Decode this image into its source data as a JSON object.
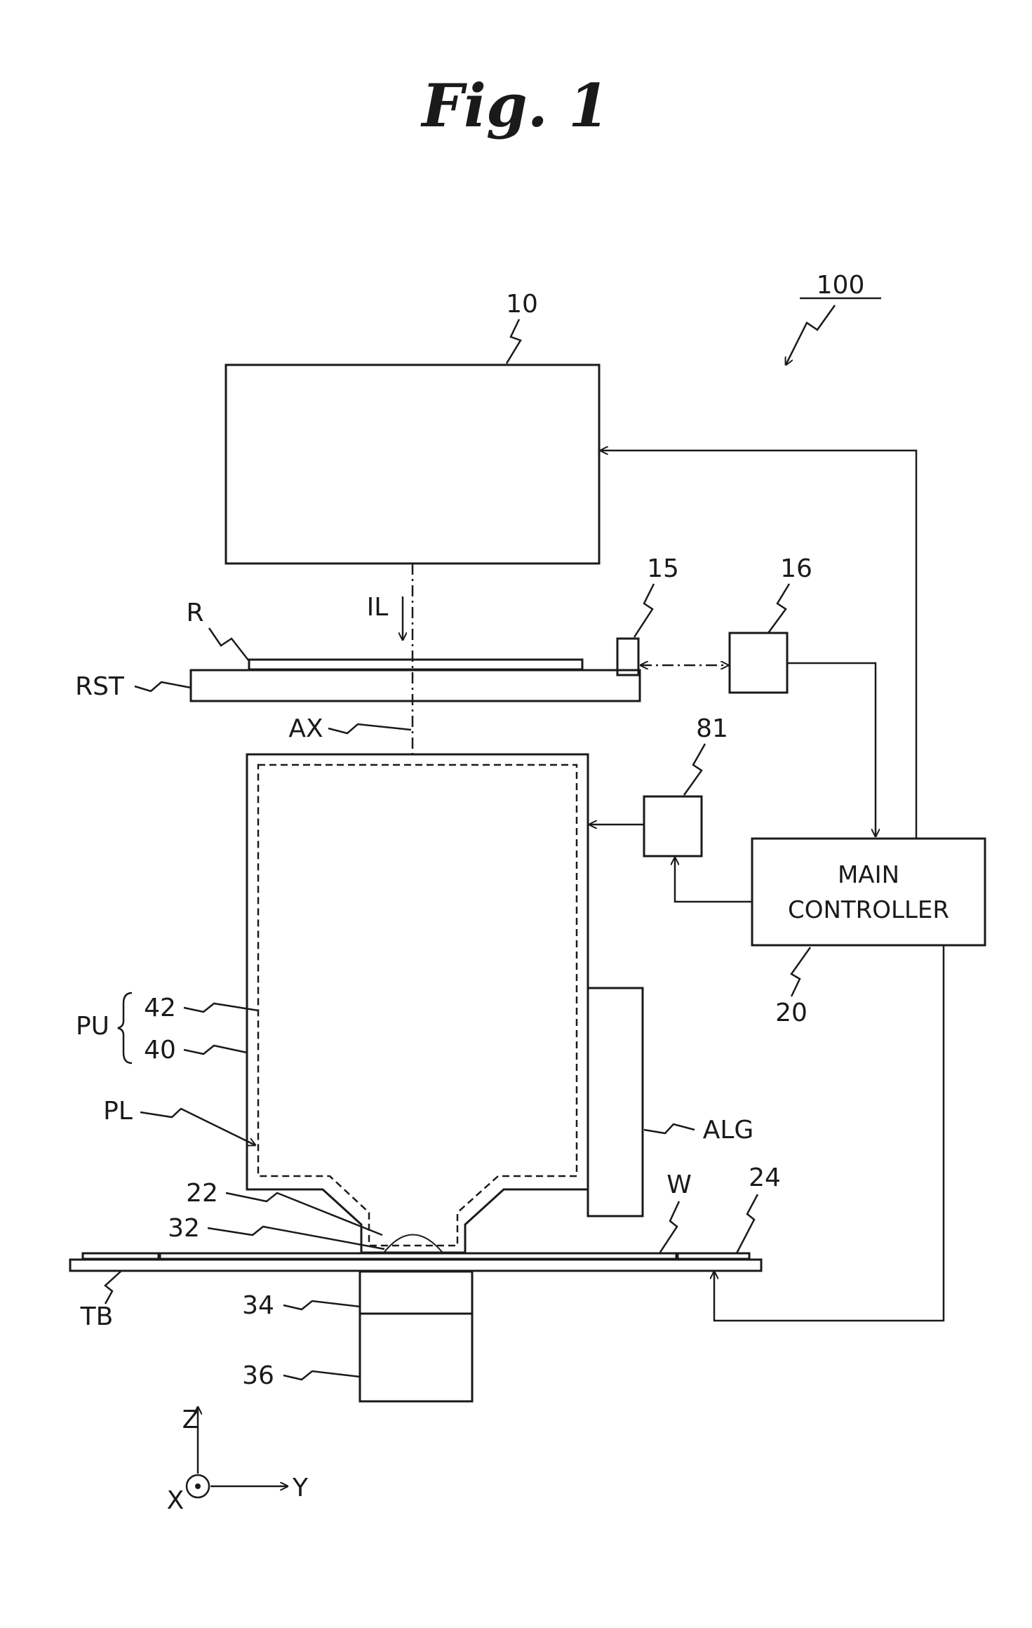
{
  "figure": {
    "title": "Fig. 1",
    "ref_100": "100"
  },
  "components": {
    "illumination_system": "10",
    "interferometer": "15",
    "reticle_stage_drive": "16",
    "main_controller_number": "20",
    "main_controller_line1": "MAIN",
    "main_controller_line2": "CONTROLLER",
    "lens_drive": "81",
    "nozzle_unit": "22",
    "wafer_table_plate": "24",
    "liquid": "32",
    "z_stage": "34",
    "xy_stage": "36"
  },
  "labels": {
    "reticle": "R",
    "reticle_stage": "RST",
    "illumination_light": "IL",
    "optical_axis": "AX",
    "projection_unit": "PU",
    "lens_barrel": "40",
    "optical_system_inner": "42",
    "projection_lens": "PL",
    "alignment_system": "ALG",
    "wafer": "W",
    "table": "TB"
  },
  "axes": {
    "z": "Z",
    "x": "X",
    "y": "Y"
  }
}
